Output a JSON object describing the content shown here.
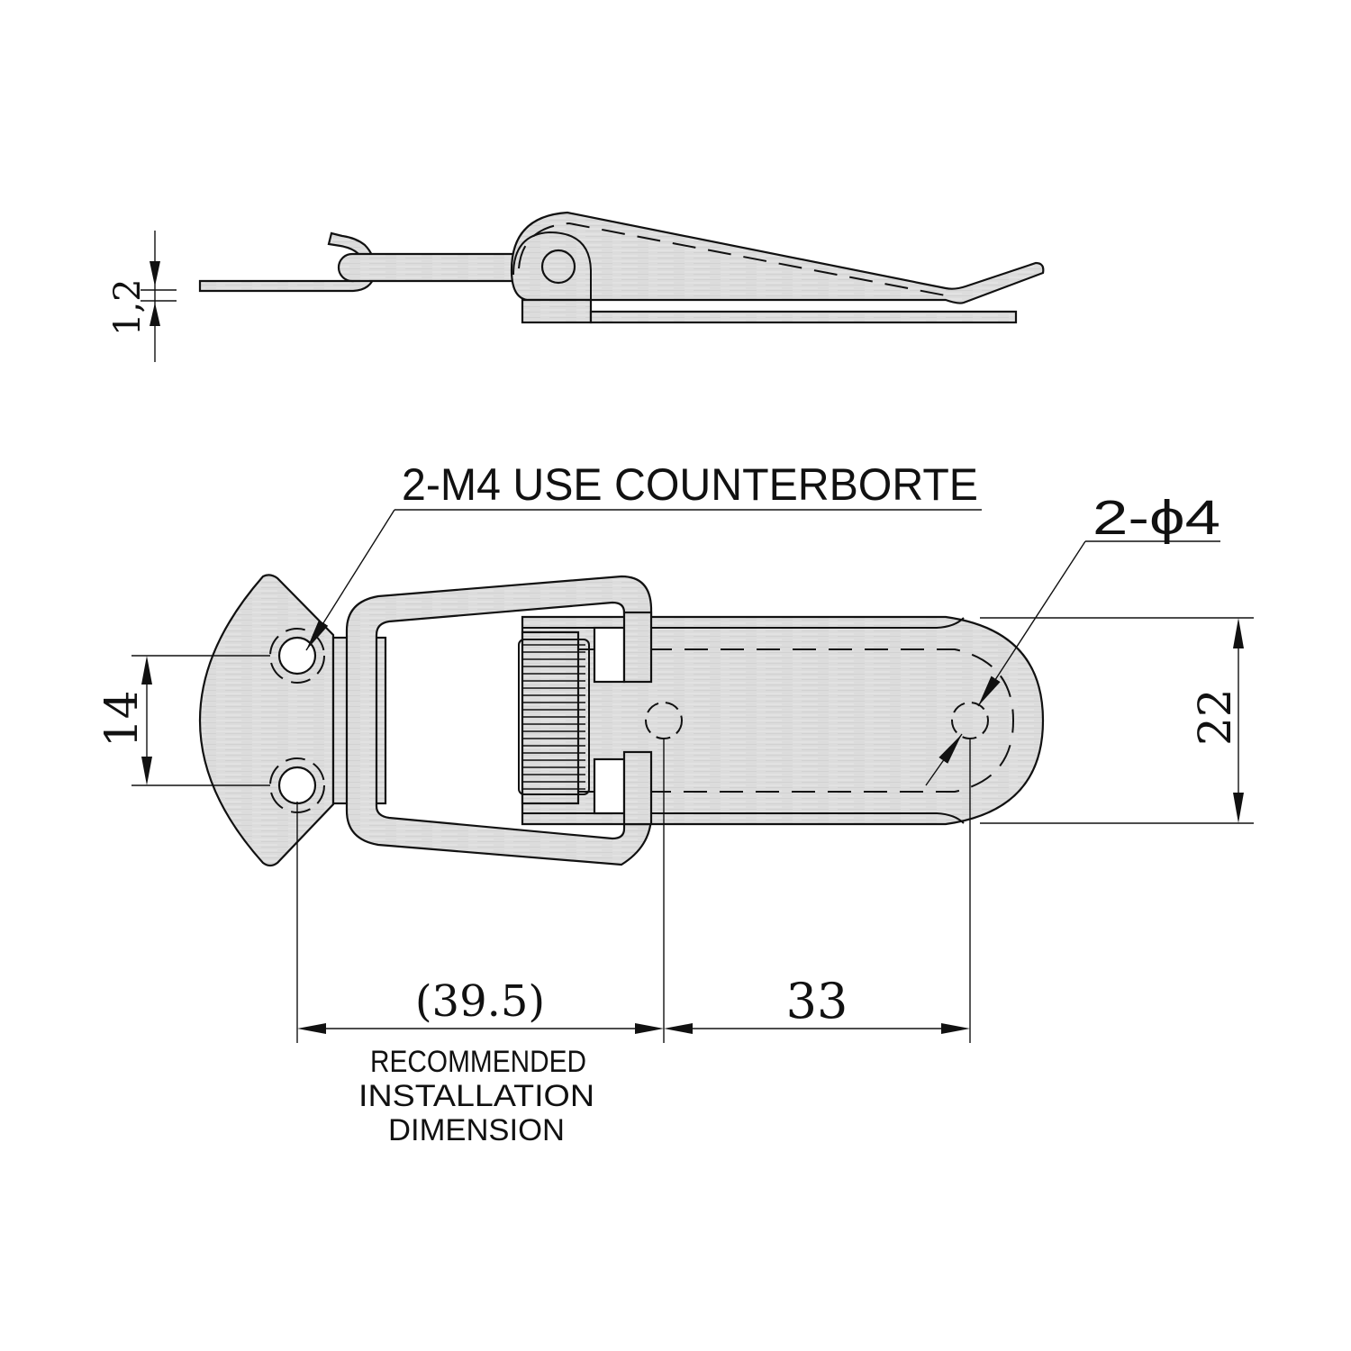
{
  "drawing": {
    "title": "Spring-loaded toggle latch — technical drawing",
    "views": [
      "side-view",
      "top-view"
    ],
    "colors": {
      "line": "#111111",
      "metal": "#dcdcdc",
      "background": "#ffffff"
    }
  },
  "side_view": {
    "thickness_dim": {
      "label": "1,2",
      "value": 1.2
    }
  },
  "top_view": {
    "callout_counterbore": {
      "label": "2-M4 USE COUNTERBORTE"
    },
    "callout_hole": {
      "label": "2-ϕ4"
    },
    "dim_hole_spacing": {
      "label": "14",
      "value": 14
    },
    "dim_width": {
      "label": "22",
      "value": 22
    },
    "dim_install": {
      "label": "(39.5)",
      "value": 39.5
    },
    "dim_hole_pitch": {
      "label": "33",
      "value": 33
    },
    "note": {
      "line1": "RECOMMENDED",
      "line2": "INSTALLATION",
      "line3": "DIMENSION"
    }
  }
}
